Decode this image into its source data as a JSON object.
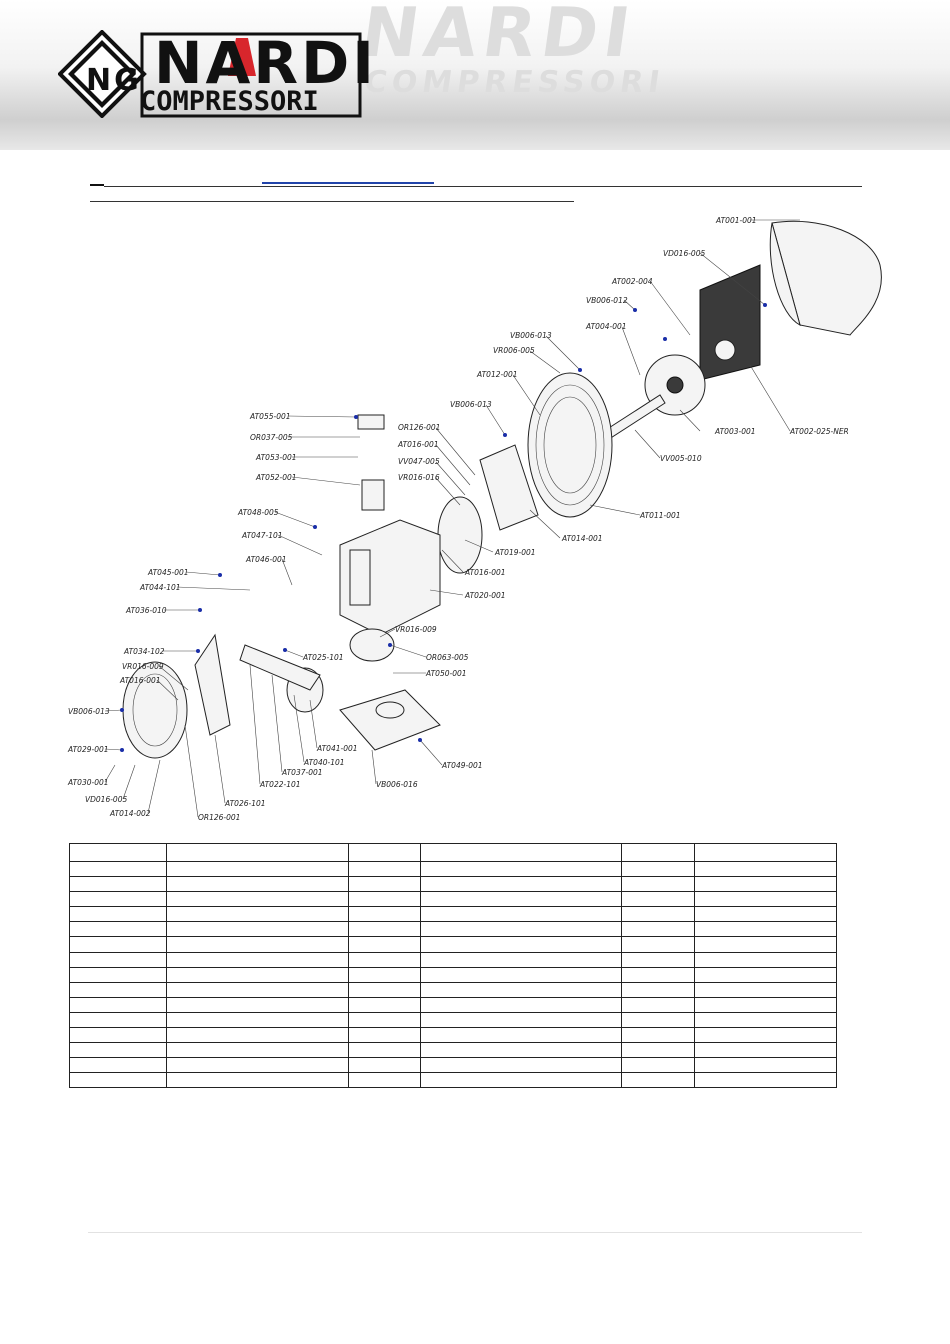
{
  "header": {
    "watermark_main": "NARDI",
    "watermark_sub": "COMPRESSORI",
    "logo_monogram": "NG",
    "logo_main": "NARDI",
    "logo_sub": "COMPRESSORI"
  },
  "colors": {
    "brand_red": "#d8262c",
    "brand_black": "#111111",
    "leader_dot": "#1a2ea8"
  },
  "diagram": {
    "labels": [
      "AT001-001",
      "VD016-005",
      "AT002-004",
      "VB006-012",
      "AT004-001",
      "VB006-013",
      "VR006-005",
      "AT012-001",
      "VB006-013",
      "OR126-001",
      "AT016-001",
      "VV047-005",
      "VR016-016",
      "AT003-001",
      "AT002-025-NER",
      "VV005-010",
      "AT011-001",
      "AT014-001",
      "AT019-001",
      "AT016-001",
      "AT020-001",
      "AT055-001",
      "OR037-005",
      "AT053-001",
      "AT052-001",
      "AT048-005",
      "AT047-101",
      "AT046-001",
      "AT045-001",
      "AT044-101",
      "AT036-010",
      "AT034-102",
      "VR016-009",
      "AT016-001",
      "VB006-013",
      "AT029-001",
      "AT030-001",
      "VD016-005",
      "AT014-002",
      "OR126-001",
      "AT026-101",
      "AT025-101",
      "AT022-101",
      "AT037-001",
      "AT040-101",
      "AT041-001",
      "VR016-009",
      "OR063-005",
      "AT050-001",
      "AT049-001",
      "VB006-016"
    ]
  },
  "table": {
    "columns": 6,
    "rows": 16
  }
}
